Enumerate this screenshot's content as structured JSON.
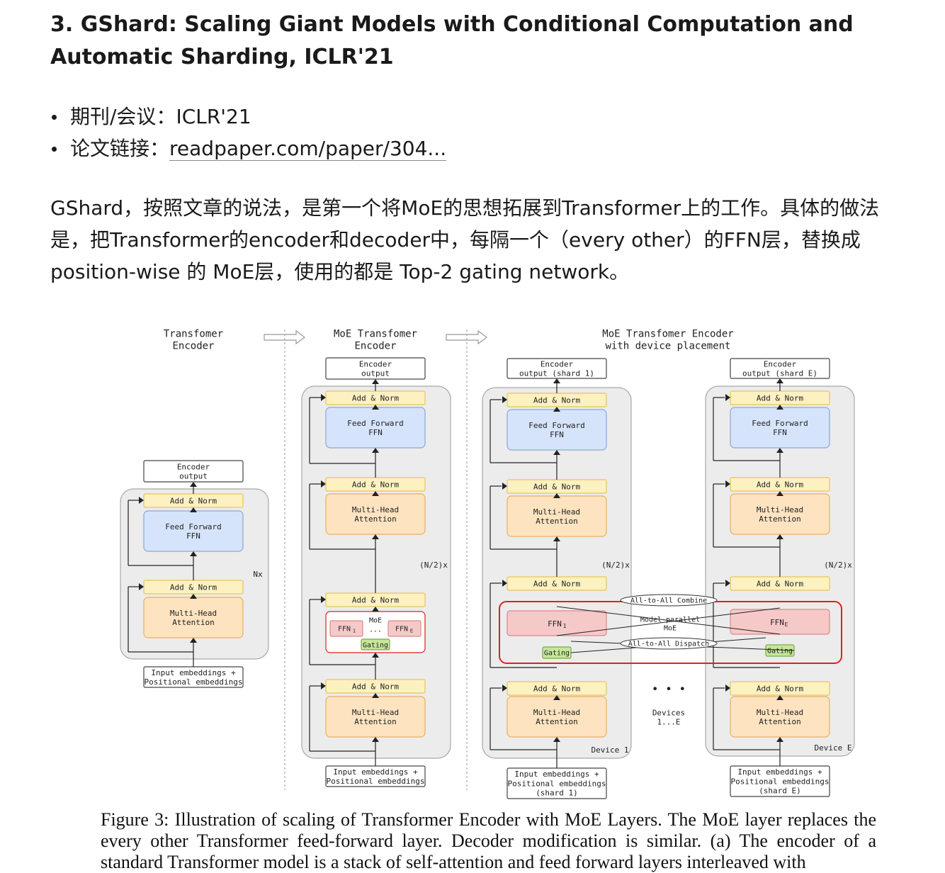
{
  "heading": "3. GShard: Scaling Giant Models with Conditional Computation and Automatic Sharding, ICLR'21",
  "meta": [
    {
      "label": "期刊/会议：",
      "value": "ICLR'21"
    },
    {
      "label": "论文链接：",
      "value": "readpaper.com/paper/304..."
    }
  ],
  "paragraph": "GShard，按照文章的说法，是第一个将MoE的思想拓展到Transformer上的工作。具体的做法是，把Transformer的encoder和decoder中，每隔一个（every other）的FFN层，替换成 position-wise 的 MoE层，使用的都是 Top-2 gating network。",
  "figure": {
    "titles": {
      "col1": [
        "Transfomer",
        "Encoder"
      ],
      "col2": [
        "MoE Transfomer",
        "Encoder"
      ],
      "col3": [
        "MoE Transfomer Encoder",
        "with device placement"
      ]
    },
    "encoder_output": [
      "Encoder",
      "output"
    ],
    "encoder_output_shard1": [
      "Encoder",
      "output (shard 1)"
    ],
    "encoder_output_shardE": [
      "Encoder",
      "output (shard E)"
    ],
    "add_norm": "Add & Norm",
    "ffn": [
      "Feed Forward",
      "FFN"
    ],
    "mha": [
      "Multi-Head",
      "Attention"
    ],
    "input_emb": [
      "Input embeddings +",
      "Positional embeddings"
    ],
    "input_emb_shard1": [
      "Input embeddings +",
      "Positional embeddings",
      "(shard 1)"
    ],
    "input_emb_shardE": [
      "Input embeddings +",
      "Positional embeddings",
      "(shard E)"
    ],
    "nx": "Nx",
    "n2x": "(N/2)x",
    "moe_label": "MoE",
    "ffn1": "FFN",
    "ffn1_sub": "1",
    "ffne": "FFN",
    "ffne_sub": "E",
    "ffn_dots": "...",
    "gating": "Gating",
    "all_to_all_combine": "All-to-All Combine",
    "all_to_all_dispatch": "All-to-All Dispatch",
    "model_parallel": [
      "Model-parallel",
      "MoE"
    ],
    "devices": [
      "Devices",
      "1...E"
    ],
    "device1": "Device 1",
    "deviceE": "Device E",
    "dots": "• • •",
    "colors": {
      "add_norm_fill": "#fdf1c2",
      "add_norm_stroke": "#e6c65a",
      "ffn_fill": "#d6e4fb",
      "ffn_stroke": "#8aa6d8",
      "mha_fill": "#fde3c0",
      "mha_stroke": "#e8b062",
      "ffn_moe_fill": "#f6c9c9",
      "ffn_moe_stroke": "#d88",
      "gating_fill": "#c6e79a",
      "moe_border": "#e02020",
      "stack_fill": "#ececec",
      "stack_stroke": "#a8a8a8"
    }
  },
  "caption": "Figure 3: Illustration of scaling of Transformer Encoder with MoE Layers. The MoE layer replaces the every other Transformer feed-forward layer. Decoder modification is similar. (a) The encoder of a standard Transformer model is a stack of self-attention and feed forward layers interleaved with"
}
